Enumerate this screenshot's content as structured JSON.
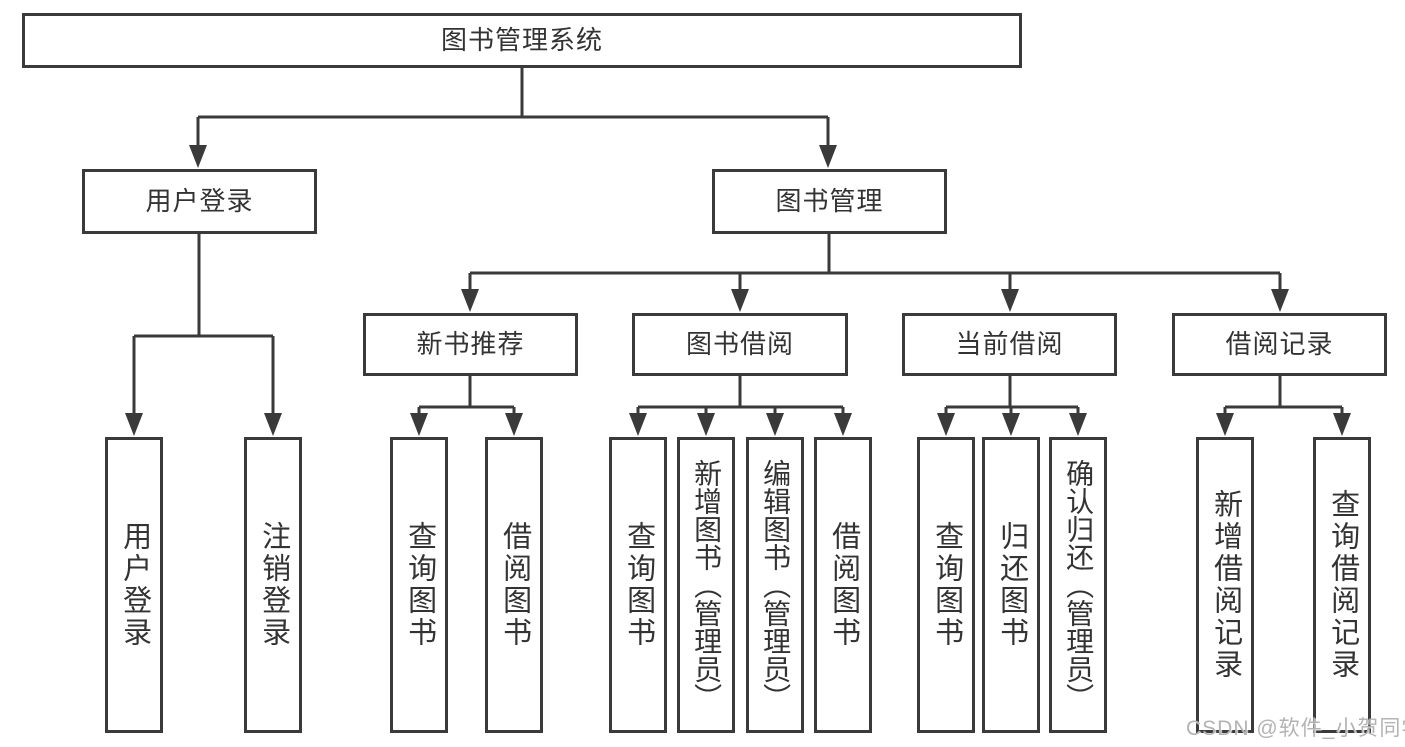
{
  "diagram": {
    "root": {
      "label": "图书管理系统"
    },
    "level2": [
      {
        "label": "用户登录"
      },
      {
        "label": "图书管理"
      }
    ],
    "level3": [
      {
        "label": "新书推荐"
      },
      {
        "label": "图书借阅"
      },
      {
        "label": "当前借阅"
      },
      {
        "label": "借阅记录"
      }
    ],
    "leaves": [
      {
        "group": "用户登录",
        "label": "用户登录"
      },
      {
        "group": "用户登录",
        "label": "注销登录"
      },
      {
        "group": "新书推荐",
        "label": "查询图书"
      },
      {
        "group": "新书推荐",
        "label": "借阅图书"
      },
      {
        "group": "图书借阅",
        "label": "查询图书"
      },
      {
        "group": "图书借阅",
        "label": "新增图书（管理员）"
      },
      {
        "group": "图书借阅",
        "label": "编辑图书（管理员）"
      },
      {
        "group": "图书借阅",
        "label": "借阅图书"
      },
      {
        "group": "当前借阅",
        "label": "查询图书"
      },
      {
        "group": "当前借阅",
        "label": "归还图书"
      },
      {
        "group": "当前借阅",
        "label": "确认归还（管理员）"
      },
      {
        "group": "借阅记录",
        "label": "新增借阅记录"
      },
      {
        "group": "借阅记录",
        "label": "查询借阅记录"
      }
    ],
    "colors": {
      "line": "#3a3a3a",
      "box_border": "#3a3a3a",
      "box_fill": "#ffffff",
      "text": "#333333",
      "background": "#ffffff",
      "watermark": "#b3b3b3"
    }
  },
  "watermark": {
    "text": "CSDN @软件_小贺同学"
  }
}
